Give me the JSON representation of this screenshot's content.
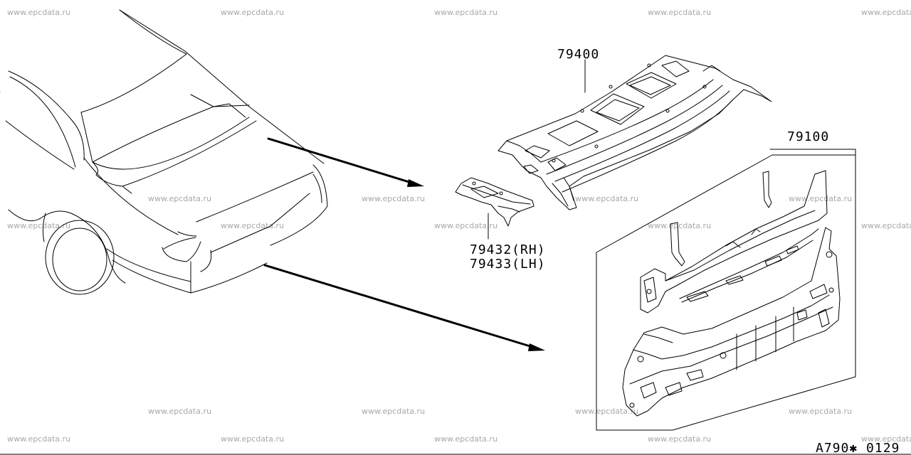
{
  "watermark": "www.epcdata.ru",
  "parts": {
    "rear_parcel_shelf": "79400",
    "rear_panel": "79100",
    "bracket_rh": "79432(RH)",
    "bracket_lh": "79433(LH)"
  },
  "diagram_code": "A790✱ 0129"
}
